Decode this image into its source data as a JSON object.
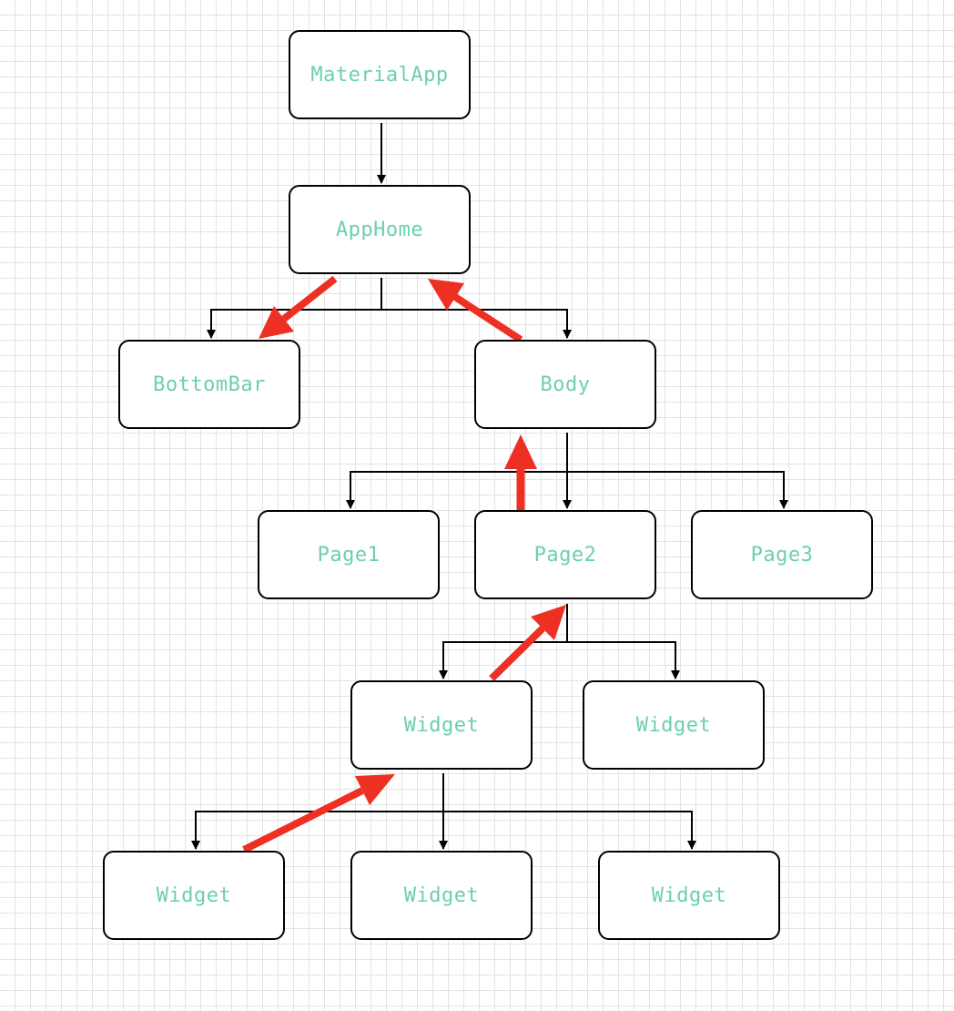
{
  "diagram": {
    "colors": {
      "label": "#6ccfb0",
      "border": "#000000",
      "connector": "#000000",
      "highlight_arrow": "#ee3024"
    },
    "nodes": {
      "material_app": "MaterialApp",
      "app_home": "AppHome",
      "bottom_bar": "BottomBar",
      "body": "Body",
      "page1": "Page1",
      "page2": "Page2",
      "page3": "Page3",
      "widget_mid_left": "Widget",
      "widget_mid_right": "Widget",
      "widget_bottom_left": "Widget",
      "widget_bottom_center": "Widget",
      "widget_bottom_right": "Widget"
    },
    "edges": [
      [
        "material_app",
        "app_home"
      ],
      [
        "app_home",
        "bottom_bar"
      ],
      [
        "app_home",
        "body"
      ],
      [
        "body",
        "page1"
      ],
      [
        "body",
        "page2"
      ],
      [
        "body",
        "page3"
      ],
      [
        "page2",
        "widget_mid_left"
      ],
      [
        "page2",
        "widget_mid_right"
      ],
      [
        "widget_mid_left",
        "widget_bottom_left"
      ],
      [
        "widget_mid_left",
        "widget_bottom_center"
      ],
      [
        "widget_mid_left",
        "widget_bottom_right"
      ]
    ],
    "highlight_arrows": [
      [
        "widget_bottom_left",
        "widget_mid_left"
      ],
      [
        "widget_mid_left",
        "page2"
      ],
      [
        "page2",
        "body"
      ],
      [
        "body",
        "app_home"
      ],
      [
        "app_home",
        "bottom_bar"
      ]
    ]
  }
}
